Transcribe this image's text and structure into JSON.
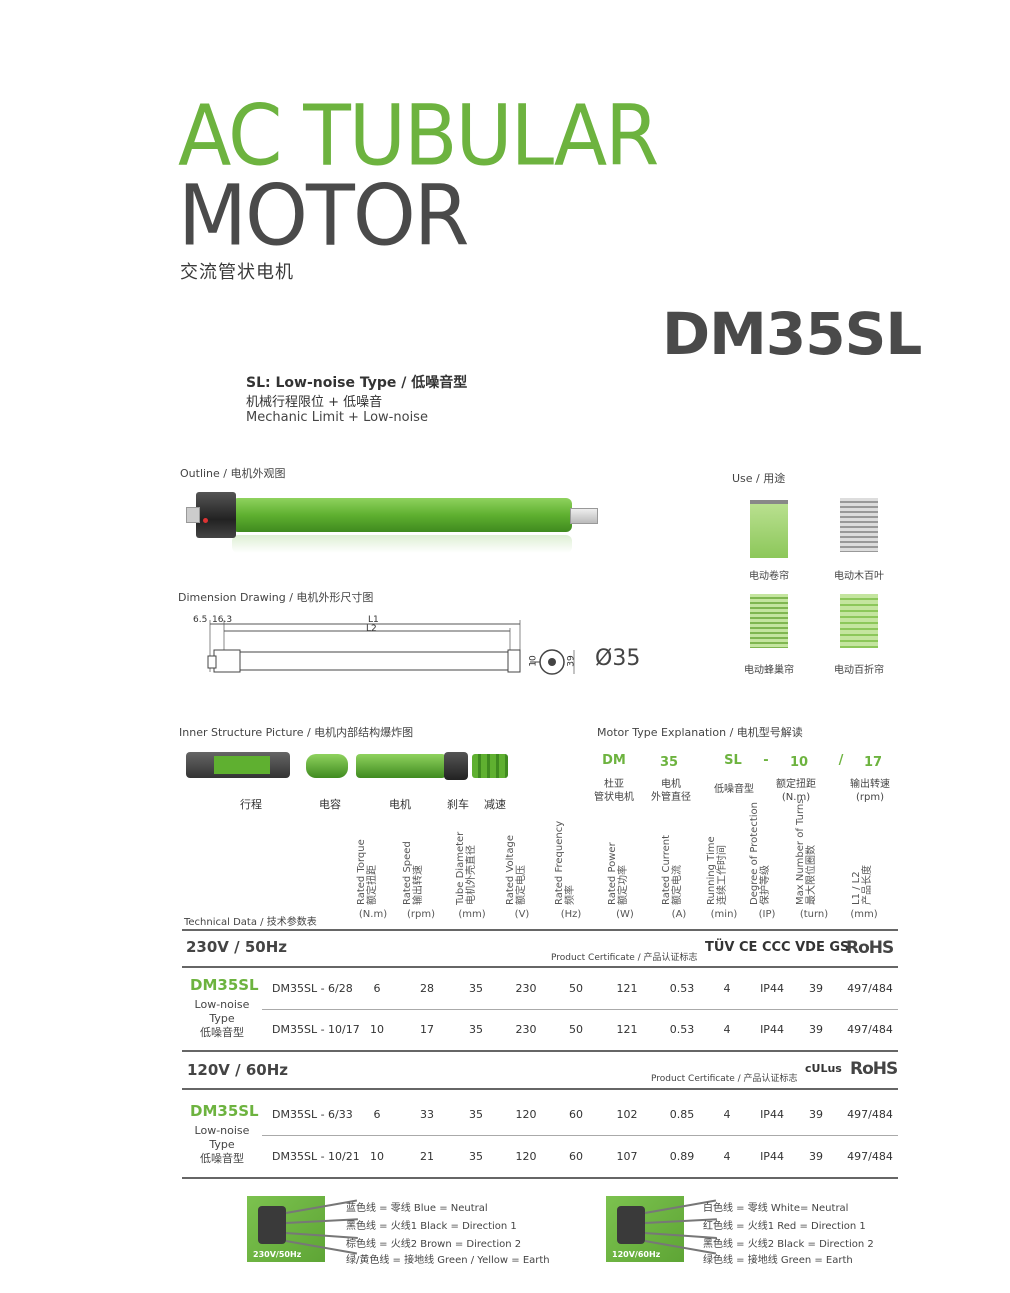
{
  "header": {
    "title_line1": "AC TUBULAR",
    "title_line2": "MOTOR",
    "title_cn": "交流管状电机",
    "model": "DM35SL"
  },
  "sl_info": {
    "line1": "SL: Low-noise Type / 低噪音型",
    "line2": "机械行程限位 + 低噪音",
    "line3": "Mechanic Limit + Low-noise"
  },
  "outline": {
    "caption": "Outline / 电机外观图"
  },
  "dimension": {
    "caption": "Dimension Drawing / 电机外形尺寸图",
    "d1": "6.5",
    "d2": "16.3",
    "l1": "L1",
    "l2": "L2",
    "s1": "10",
    "s2": "39",
    "phi": "Ø35"
  },
  "use": {
    "caption": "Use / 用途",
    "items": [
      "电动卷帘",
      "电动木百叶",
      "电动蜂巢帘",
      "电动百折帘"
    ]
  },
  "inner": {
    "caption": "Inner Structure Picture / 电机内部结构爆炸图",
    "parts": [
      "行程",
      "电容",
      "电机",
      "刹车",
      "减速"
    ]
  },
  "motor_type": {
    "caption": "Motor Type Explanation / 电机型号解读",
    "codes": [
      "DM",
      "35",
      "SL",
      "-",
      "10",
      "/",
      "17"
    ],
    "labels": [
      {
        "l1": "杜亚",
        "l2": "管状电机"
      },
      {
        "l1": "电机",
        "l2": "外管直径"
      },
      {
        "l1": "低噪音型",
        "l2": ""
      },
      {
        "l1": "额定扭距",
        "l2": "(N.m)"
      },
      {
        "l1": "输出转速",
        "l2": "(rpm)"
      }
    ]
  },
  "tech": {
    "caption": "Technical Data / 技术参数表",
    "columns": [
      {
        "en": "Rated Torque",
        "cn": "额定扭距",
        "unit": "(N.m)"
      },
      {
        "en": "Rated Speed",
        "cn": "输出转速",
        "unit": "(rpm)"
      },
      {
        "en": "Tube Diameter",
        "cn": "电机外壳直径",
        "unit": "(mm)"
      },
      {
        "en": "Rated Voltage",
        "cn": "额定电压",
        "unit": "(V)"
      },
      {
        "en": "Rated Frequency",
        "cn": "频率",
        "unit": "(Hz)"
      },
      {
        "en": "Rated Power",
        "cn": "额定功率",
        "unit": "(W)"
      },
      {
        "en": "Rated Current",
        "cn": "额定电流",
        "unit": "(A)"
      },
      {
        "en": "Running Time",
        "cn": "连续工作时间",
        "unit": "(min)"
      },
      {
        "en": "Degree of Protection",
        "cn": "保护等级",
        "unit": "(IP)"
      },
      {
        "en": "Max Number of Turns",
        "cn": "最大限位圈数",
        "unit": "(turn)"
      },
      {
        "en": "L1 / L2",
        "cn": "产品长度",
        "unit": "(mm)"
      }
    ],
    "groups": [
      {
        "voltage": "230V / 50Hz",
        "cert_label": "Product Certificate / 产品认证标志",
        "cert_marks": "TÜV CE CCC VDE GS",
        "rohs": "RoHS",
        "model": "DM35SL",
        "sub1": "Low-noise",
        "sub2": "Type",
        "sub3": "低噪音型",
        "rows": [
          {
            "name": "DM35SL - 6/28",
            "vals": [
              "6",
              "28",
              "35",
              "230",
              "50",
              "121",
              "0.53",
              "4",
              "IP44",
              "39",
              "497/484"
            ]
          },
          {
            "name": "DM35SL - 10/17",
            "vals": [
              "10",
              "17",
              "35",
              "230",
              "50",
              "121",
              "0.53",
              "4",
              "IP44",
              "39",
              "497/484"
            ]
          }
        ]
      },
      {
        "voltage": "120V / 60Hz",
        "cert_label": "Product Certificate / 产品认证标志",
        "cert_marks": "cULus",
        "rohs": "RoHS",
        "model": "DM35SL",
        "sub1": "Low-noise",
        "sub2": "Type",
        "sub3": "低噪音型",
        "rows": [
          {
            "name": "DM35SL - 6/33",
            "vals": [
              "6",
              "33",
              "35",
              "120",
              "60",
              "102",
              "0.85",
              "4",
              "IP44",
              "39",
              "497/484"
            ]
          },
          {
            "name": "DM35SL - 10/21",
            "vals": [
              "10",
              "21",
              "35",
              "120",
              "60",
              "107",
              "0.89",
              "4",
              "IP44",
              "39",
              "497/484"
            ]
          }
        ]
      }
    ]
  },
  "wiring": [
    {
      "voltage": "230V/50Hz",
      "lines": [
        "蓝色线 = 零线   Blue = Neutral",
        "黑色线 = 火线1   Black = Direction 1",
        "棕色线 = 火线2   Brown = Direction 2",
        "绿/黄色线 = 接地线   Green / Yellow = Earth"
      ]
    },
    {
      "voltage": "120V/60Hz",
      "lines": [
        "白色线 = 零线   White= Neutral",
        "红色线 = 火线1   Red = Direction 1",
        "黑色线 = 火线2   Black = Direction 2",
        "绿色线 = 接地线   Green = Earth"
      ]
    }
  ],
  "colors": {
    "accent": "#6db33f",
    "dark": "#4a4a4a"
  }
}
